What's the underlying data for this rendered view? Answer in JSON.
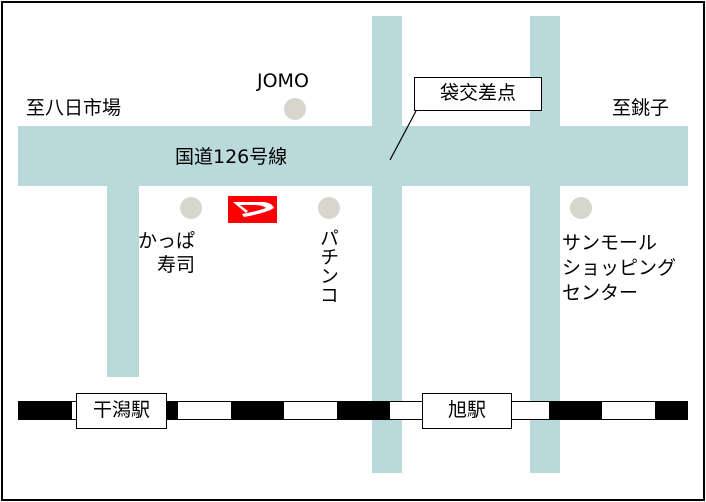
{
  "map": {
    "colors": {
      "road": "#b9d9da",
      "landmark_dot": "#d6d6cc",
      "logo_bg": "#ff0000",
      "rail_black": "#000000",
      "rail_white": "#ffffff"
    },
    "labels": {
      "west_direction": "至八日市場",
      "east_direction": "至銚子",
      "highway": "国道126号線",
      "intersection": "袋交差点",
      "jomo": "JOMO",
      "kappa_sushi_1": "かっぱ",
      "kappa_sushi_2": "寿司",
      "pachinko": "パチンコ",
      "sunmall_1": "サンモール",
      "sunmall_2": "ショッピング",
      "sunmall_3": "センター"
    },
    "stations": [
      {
        "name": "干潟駅"
      },
      {
        "name": "旭駅"
      }
    ],
    "icons": {
      "dealer_logo": "daihatsu-logo-icon"
    }
  }
}
